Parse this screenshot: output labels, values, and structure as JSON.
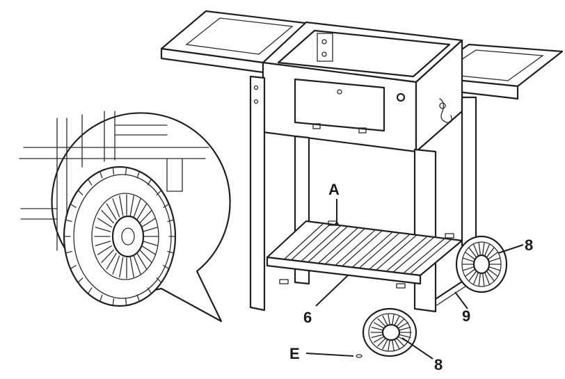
{
  "figure": {
    "callouts": [
      {
        "id": "A",
        "label": "A"
      },
      {
        "id": "6",
        "label": "6"
      },
      {
        "id": "8-top",
        "label": "8"
      },
      {
        "id": "9",
        "label": "9"
      },
      {
        "id": "8-bottom",
        "label": "8"
      },
      {
        "id": "E",
        "label": "E"
      }
    ]
  }
}
